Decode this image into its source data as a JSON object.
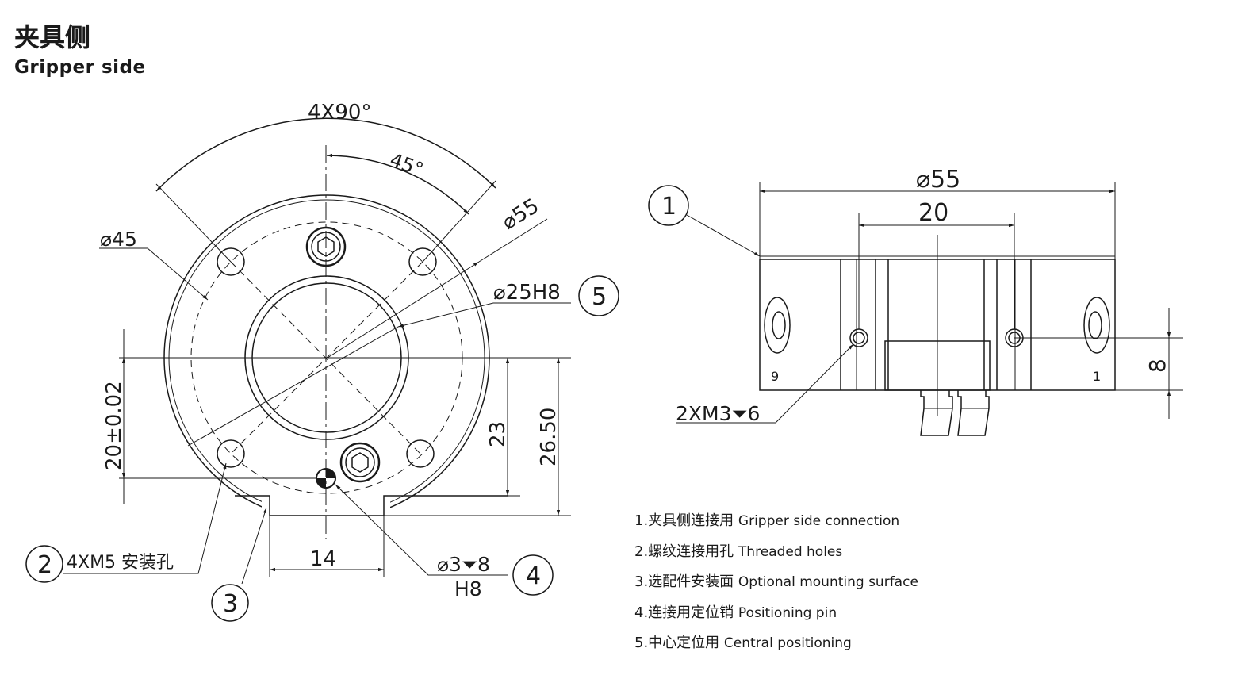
{
  "header": {
    "title_cn": "夹具侧",
    "title_en": "Gripper side"
  },
  "front_view": {
    "angle_pattern": "4X90°",
    "angle_45": "45°",
    "dia_45": "⌀45",
    "dia_55": "⌀55",
    "dia_25": "⌀25H8",
    "dim_20": "20±0.02",
    "dim_23": "23",
    "dim_26_5": "26.50",
    "dim_14": "14",
    "threaded_holes": "4XM5 安装孔",
    "pin_spec": "⌀3⏷8",
    "pin_fit": "H8"
  },
  "side_view": {
    "dia_55": "⌀55",
    "dim_20": "20",
    "dim_8": "8",
    "holes_spec": "2XM3⏷6",
    "mark_left": "9",
    "mark_right": "1"
  },
  "callouts": [
    "1",
    "2",
    "3",
    "4",
    "5"
  ],
  "legend": [
    {
      "cn": "1.夹具侧连接用",
      "en": "Gripper side connection"
    },
    {
      "cn": "2.螺纹连接用孔",
      "en": "Threaded holes"
    },
    {
      "cn": "3.选配件安装面",
      "en": "Optional mounting surface"
    },
    {
      "cn": "4.连接用定位销",
      "en": "Positioning pin"
    },
    {
      "cn": "5.中心定位用",
      "en": "Central positioning"
    }
  ]
}
